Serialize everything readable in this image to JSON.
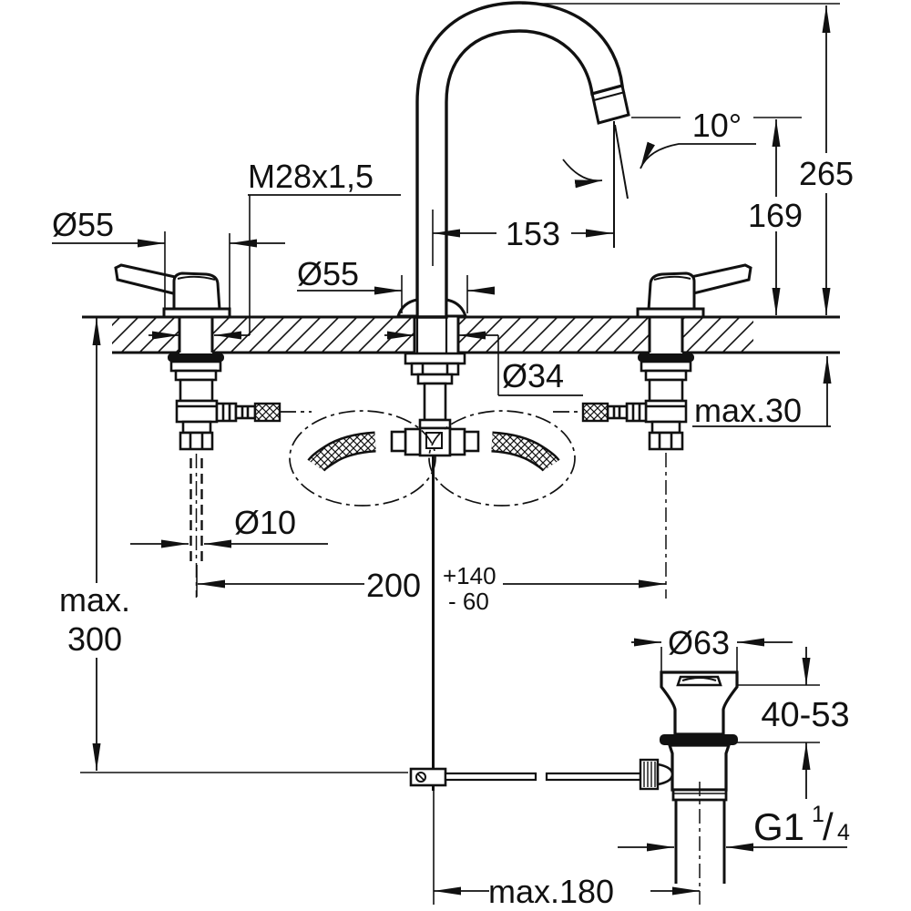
{
  "drawing": {
    "colors": {
      "line": "#111111",
      "background": "#ffffff"
    },
    "labels": {
      "spout_angle": "10°",
      "height_total": "265",
      "height_outlet": "169",
      "thread_spout_base": "M28x1,5",
      "spout_reach": "153",
      "dia_handle_left": "Ø55",
      "dia_handle_center": "Ø55",
      "dia_center_hole": "Ø34",
      "deck_thickness_max": "max.30",
      "dia_connection_rod": "Ø10",
      "hole_spacing_value": "200",
      "hole_spacing_plus": "+140",
      "hole_spacing_minus": "- 60",
      "depth_max_word": "max.",
      "depth_max_value": "300",
      "dia_waste_flange": "Ø63",
      "clamping_range": "40-53",
      "waste_thread_main": "G1",
      "waste_thread_sup": "1",
      "waste_thread_slash": "/",
      "waste_thread_sub": "4",
      "waste_offset_max": "max.180"
    }
  }
}
